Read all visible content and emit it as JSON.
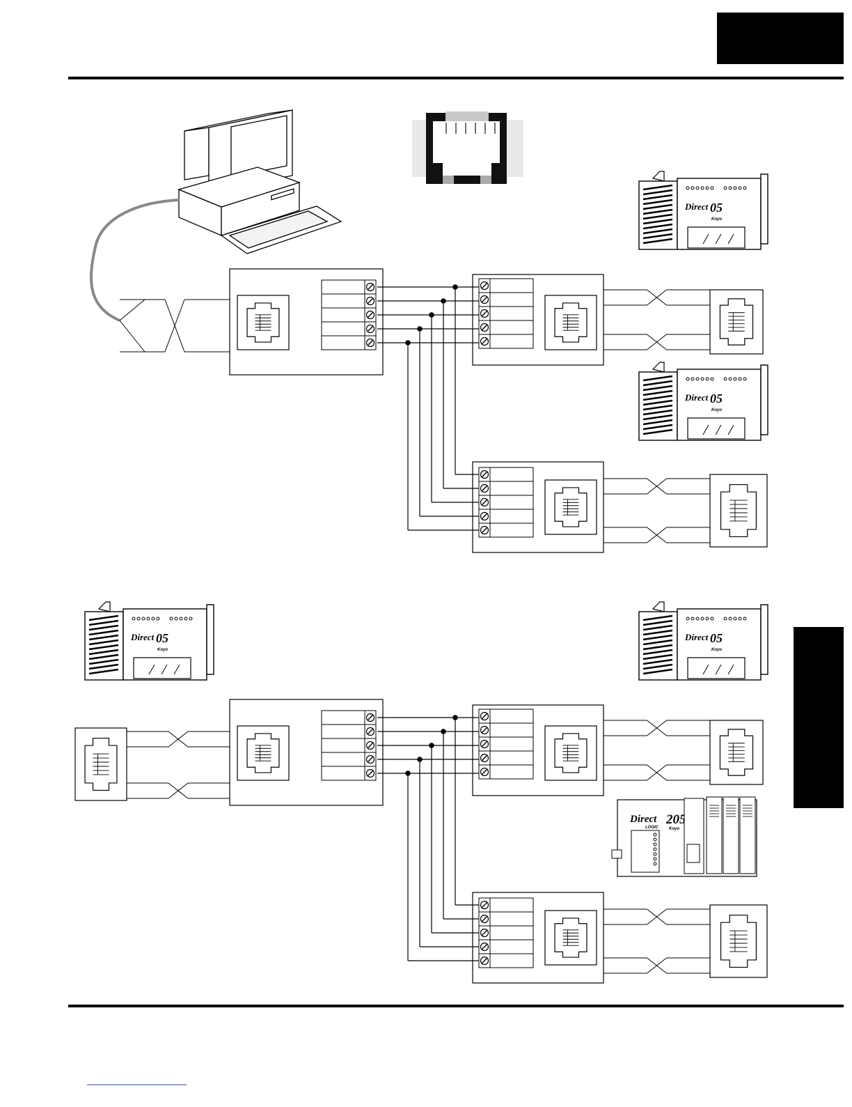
{
  "header": {
    "chapter_tab_color": "#000000",
    "side_tab_color": "#000000"
  },
  "diagram": {
    "devices": {
      "dl05": {
        "logo_word": "Direct",
        "logo_model": "05",
        "logo_brand": "Koyo"
      },
      "dl205": {
        "logo_word": "Direct",
        "logo_model": "205",
        "logo_sub": "LOGIC",
        "logo_brand": "Koyo"
      }
    },
    "upper_network": {
      "host": "computer",
      "slave_devices": [
        "dl05",
        "dl05"
      ]
    },
    "lower_network": {
      "master_device": "dl05",
      "slave_devices": [
        "dl05",
        "dl205"
      ]
    }
  },
  "footer": {
    "link_underline": ""
  }
}
